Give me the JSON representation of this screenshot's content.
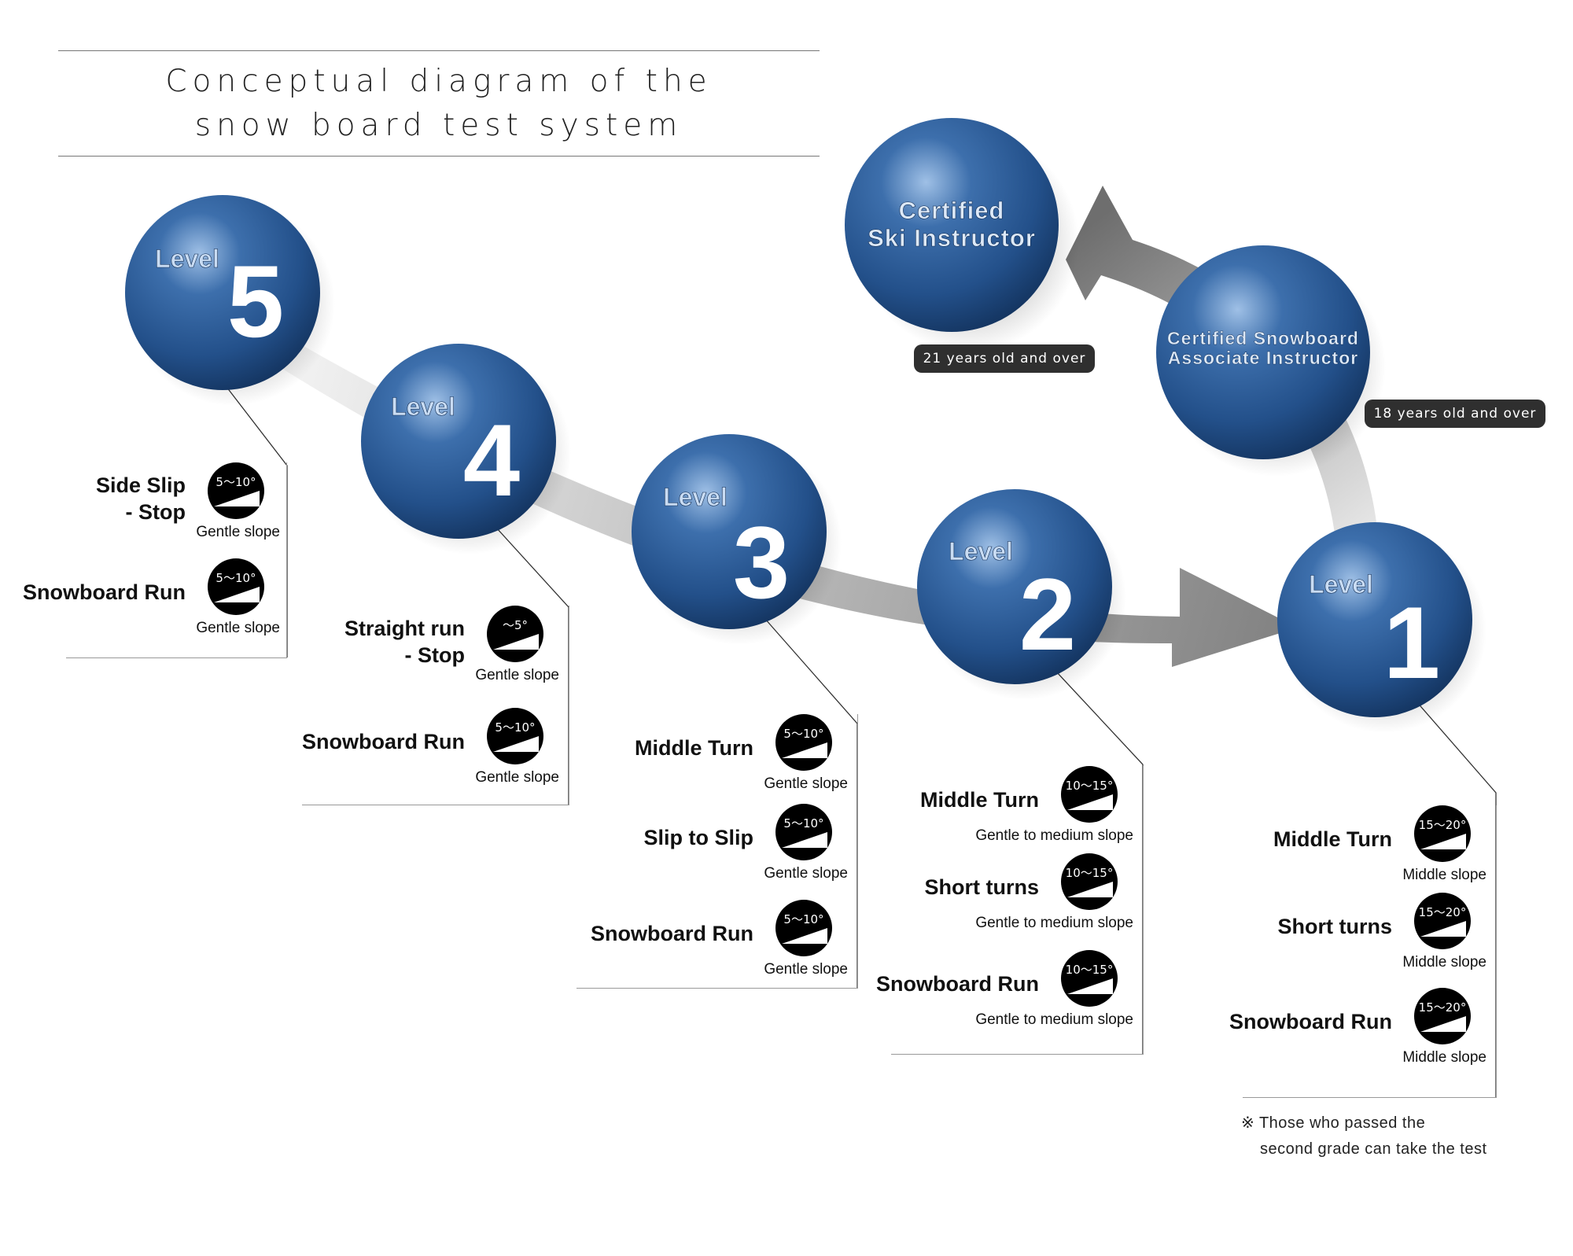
{
  "title": {
    "line1": "Conceptual diagram of the",
    "line2": "snow board test system"
  },
  "colors": {
    "sphere": "#2b5b93",
    "sphere_dark": "#173a66",
    "arrow": "#8a8a8a",
    "badge": "#2f2f2f"
  },
  "levels": [
    {
      "id": "5",
      "word": "Level",
      "number": "5"
    },
    {
      "id": "4",
      "word": "Level",
      "number": "4"
    },
    {
      "id": "3",
      "word": "Level",
      "number": "3"
    },
    {
      "id": "2",
      "word": "Level",
      "number": "2"
    },
    {
      "id": "1",
      "word": "Level",
      "number": "1"
    }
  ],
  "certifications": [
    {
      "id": "ski",
      "line1": "Certified",
      "line2": "Ski Instructor",
      "badge": "21 years old and over"
    },
    {
      "id": "snowboard",
      "line1": "Certified Snowboard",
      "line2": "Associate Instructor",
      "badge": "18 years old and over"
    }
  ],
  "panels": {
    "level5": [
      {
        "label1": "Side Slip",
        "label2": "- Stop",
        "degree": "5〜10°",
        "caption": "Gentle slope"
      },
      {
        "label1": "Snowboard Run",
        "degree": "5〜10°",
        "caption": "Gentle slope"
      }
    ],
    "level4": [
      {
        "label1": "Straight run",
        "label2": "- Stop",
        "degree": "〜5°",
        "caption": "Gentle slope"
      },
      {
        "label1": "Snowboard Run",
        "degree": "5〜10°",
        "caption": "Gentle slope"
      }
    ],
    "level3": [
      {
        "label1": "Middle Turn",
        "degree": "5〜10°",
        "caption": "Gentle slope"
      },
      {
        "label1": "Slip to Slip",
        "degree": "5〜10°",
        "caption": "Gentle slope"
      },
      {
        "label1": "Snowboard Run",
        "degree": "5〜10°",
        "caption": "Gentle slope"
      }
    ],
    "level2": [
      {
        "label1": "Middle Turn",
        "degree": "10〜15°",
        "caption": "Gentle to medium slope"
      },
      {
        "label1": "Short turns",
        "degree": "10〜15°",
        "caption": "Gentle to medium slope"
      },
      {
        "label1": "Snowboard Run",
        "degree": "10〜15°",
        "caption": "Gentle to medium slope"
      }
    ],
    "level1": [
      {
        "label1": "Middle Turn",
        "degree": "15〜20°",
        "caption": "Middle slope"
      },
      {
        "label1": "Short turns",
        "degree": "15〜20°",
        "caption": "Middle slope"
      },
      {
        "label1": "Snowboard Run",
        "degree": "15〜20°",
        "caption": "Middle slope"
      }
    ]
  },
  "note": {
    "line1": "※ Those who passed the",
    "line2": "second grade can take the test"
  }
}
